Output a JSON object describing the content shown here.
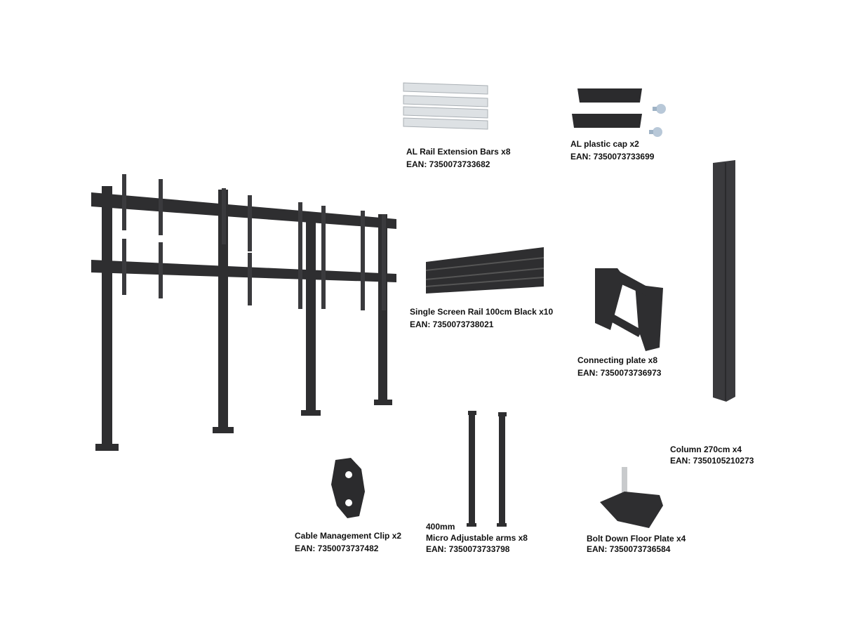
{
  "parts": [
    {
      "id": "rail-extension-bars",
      "name": "AL Rail Extension Bars x8",
      "ean": "EAN: 7350073733682"
    },
    {
      "id": "plastic-cap",
      "name": "AL plastic cap x2",
      "ean": "EAN: 7350073733699"
    },
    {
      "id": "single-screen-rail",
      "name": "Single Screen Rail 100cm Black x10",
      "ean": "EAN: 7350073738021"
    },
    {
      "id": "connecting-plate",
      "name": "Connecting plate x8",
      "ean": "EAN: 7350073736973"
    },
    {
      "id": "column",
      "name": "Column 270cm x4",
      "ean": "EAN: 7350105210273"
    },
    {
      "id": "cable-clip",
      "name": "Cable Management Clip x2",
      "ean": "EAN: 7350073737482"
    },
    {
      "id": "micro-arms",
      "size": "400mm",
      "name": "Micro Adjustable arms x8",
      "ean": "EAN: 7350073733798"
    },
    {
      "id": "floor-plate",
      "name": "Bolt Down Floor Plate x4",
      "ean": "EAN: 7350073736584"
    }
  ],
  "colors": {
    "metal": "#2b2b2d",
    "metal_light": "#4a4a4d",
    "aluminium": "#d9dde0",
    "screw": "#b8c8d8"
  }
}
